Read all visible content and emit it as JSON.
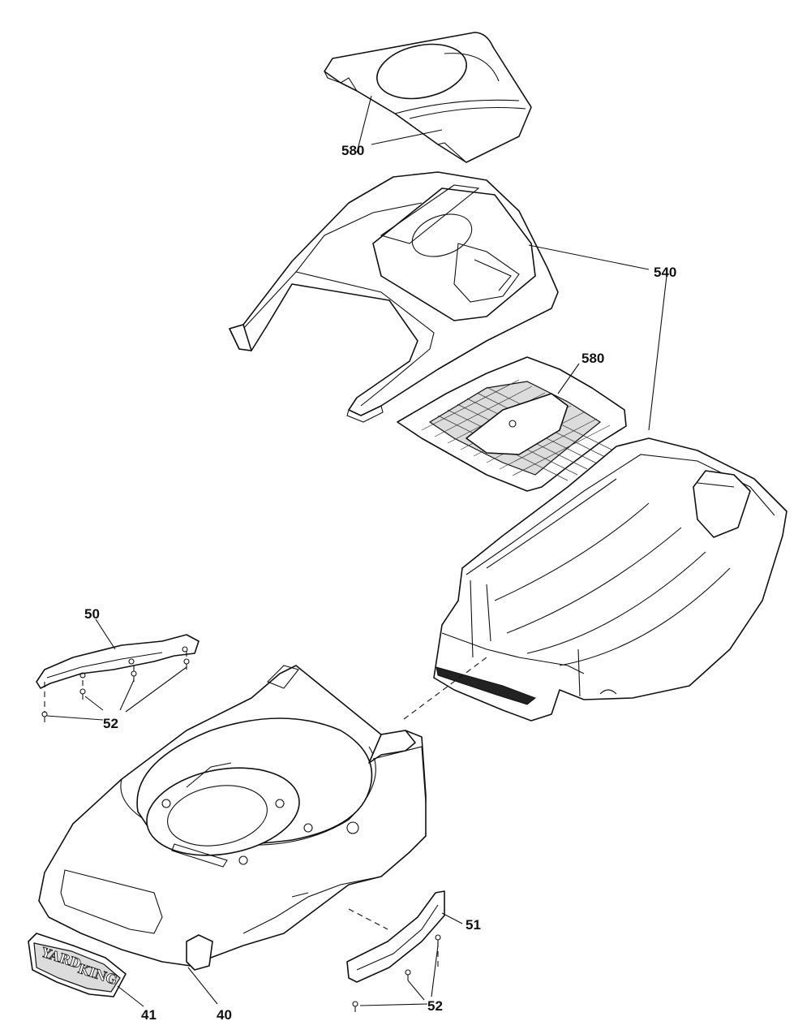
{
  "diagram": {
    "callouts": [
      {
        "id": "c580a",
        "label": "580"
      },
      {
        "id": "c540",
        "label": "540"
      },
      {
        "id": "c580b",
        "label": "580"
      },
      {
        "id": "c50",
        "label": "50"
      },
      {
        "id": "c52a",
        "label": "52"
      },
      {
        "id": "c51",
        "label": "51"
      },
      {
        "id": "c52b",
        "label": "52"
      },
      {
        "id": "c41",
        "label": "41"
      },
      {
        "id": "c40",
        "label": "40"
      }
    ],
    "logo": {
      "word1": "YARD",
      "word2": "KING"
    }
  }
}
